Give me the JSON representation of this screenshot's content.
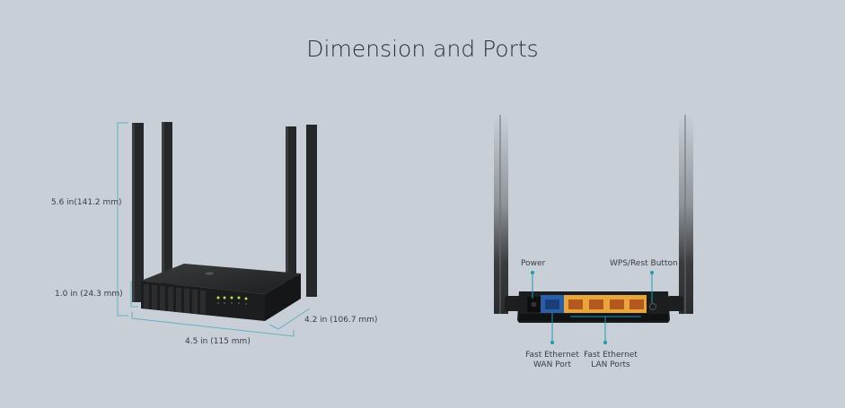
{
  "page": {
    "title": "Dimension and Ports"
  },
  "dimensions": {
    "height_total": "5.6 in(141.2 mm)",
    "height_body": "1.0 in (24.3 mm)",
    "width": "4.5 in (115 mm)",
    "depth": "4.2 in (106.7 mm)"
  },
  "ports": {
    "power": "Power",
    "wps_reset": "WPS/Rest Button",
    "wan_line1": "Fast Ethernet",
    "wan_line2": "WAN Port",
    "lan_line1": "Fast Ethernet",
    "lan_line2": "LAN Ports"
  },
  "colors": {
    "background": "#c9cfd7",
    "dimension_line": "#5fb3c2",
    "callout": "#1a9bb0",
    "wan_port": "#2a5fa8",
    "lan_port": "#e8a53a",
    "led": "#b8e04a"
  }
}
